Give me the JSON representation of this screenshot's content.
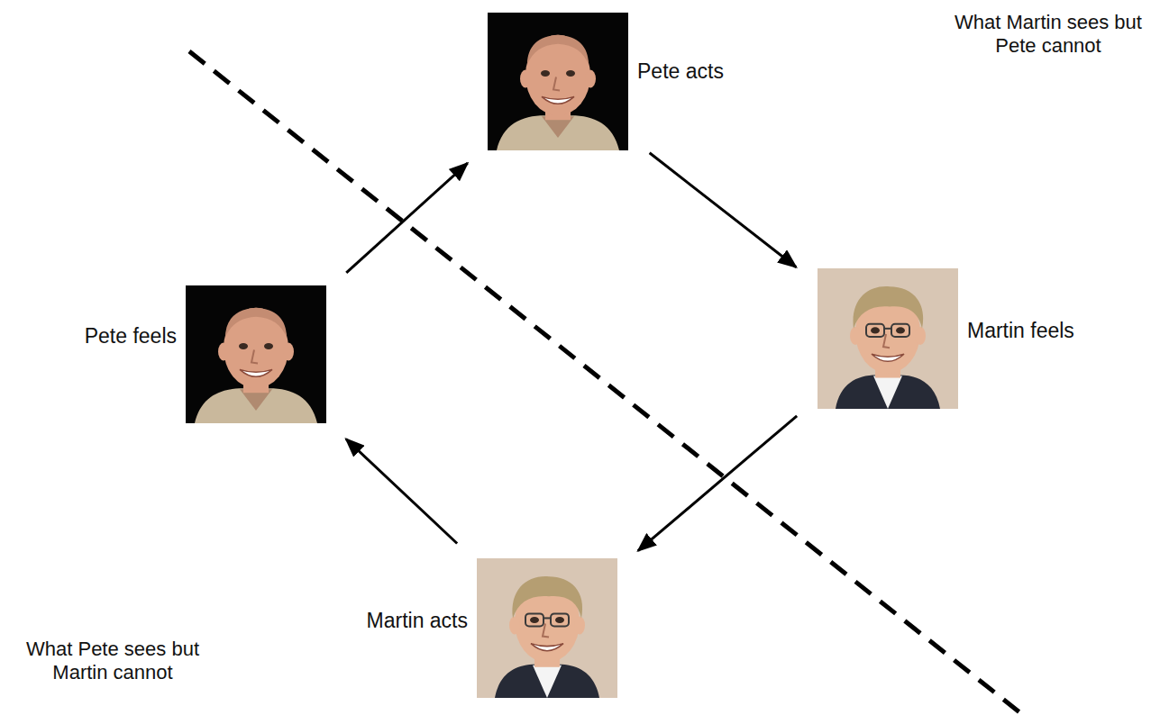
{
  "diagram": {
    "nodes": [
      {
        "text": [
          "Pete acts"
        ]
      },
      {
        "text": [
          "Martin feels"
        ]
      },
      {
        "text": [
          "Pete feels"
        ]
      },
      {
        "text": [
          "Martin acts"
        ]
      }
    ],
    "edges": [
      {
        "from": 2,
        "to": 0,
        "arrow": "to"
      },
      {
        "from": 0,
        "to": 1,
        "arrow": "to"
      },
      {
        "from": 1,
        "to": 3,
        "arrow": "to"
      },
      {
        "from": 3,
        "to": 2,
        "arrow": "to"
      }
    ],
    "labels": [
      "What Martin sees but Pete cannot",
      "What Pete sees but Martin cannot"
    ]
  }
}
